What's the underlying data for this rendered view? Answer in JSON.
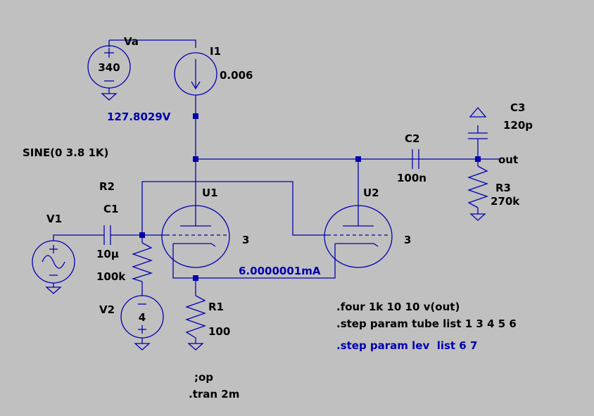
{
  "schematic": {
    "va": {
      "net": "Va",
      "value": "340"
    },
    "i1": {
      "name": "I1",
      "value": "0.006"
    },
    "node_voltage": "127.8029V",
    "sine_spec": "SINE(0 3.8 1K)",
    "r2": {
      "name": "R2",
      "value": "100k"
    },
    "c1": {
      "name": "C1",
      "value": "10µ"
    },
    "v1": {
      "name": "V1"
    },
    "v2": {
      "name": "V2",
      "value": "4"
    },
    "u1": {
      "name": "U1",
      "pin": "3"
    },
    "u2": {
      "name": "U2",
      "pin": "3"
    },
    "c2": {
      "name": "C2",
      "value": "100n"
    },
    "c3": {
      "name": "C3",
      "value": "120p"
    },
    "r3": {
      "name": "R3",
      "value": "270k"
    },
    "out": "out",
    "r1": {
      "name": "R1",
      "value": "100"
    },
    "cathode_current": "6.0000001mA",
    "directives": {
      "four": ".four 1k 10 10 v(out)",
      "step_tube": ".step param tube list 1 3 4 5 6",
      "step_lev": ".step param lev  list 6 7",
      "op": ";op",
      "tran": ".tran 2m"
    }
  }
}
